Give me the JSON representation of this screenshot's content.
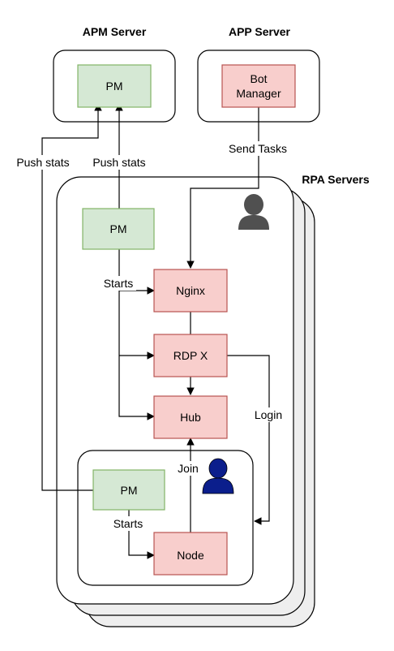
{
  "diagram": {
    "headers": {
      "apm_server": "APM Server",
      "app_server": "APP Server",
      "rpa_servers": "RPA Servers"
    },
    "nodes": {
      "pm_apm": "PM",
      "bot_manager_line1": "Bot",
      "bot_manager_line2": "Manager",
      "pm_rpa": "PM",
      "nginx": "Nginx",
      "rdp_x": "RDP X",
      "hub": "Hub",
      "pm_node": "PM",
      "node": "Node"
    },
    "edge_labels": {
      "push_stats_left": "Push stats",
      "push_stats_right": "Push stats",
      "send_tasks": "Send Tasks",
      "starts_rpa": "Starts",
      "login": "Login",
      "join": "Join",
      "starts_node": "Starts"
    },
    "icons": {
      "server_user": "user-icon-gray",
      "node_user": "user-icon-blue"
    },
    "colors": {
      "green_fill": "#d5e8d4",
      "green_stroke": "#82b366",
      "red_fill": "#f8cecc",
      "red_stroke": "#b85450",
      "stack_fill": "#eeeeee",
      "user_gray": "#505050",
      "user_blue": "#0b1e8c"
    }
  }
}
